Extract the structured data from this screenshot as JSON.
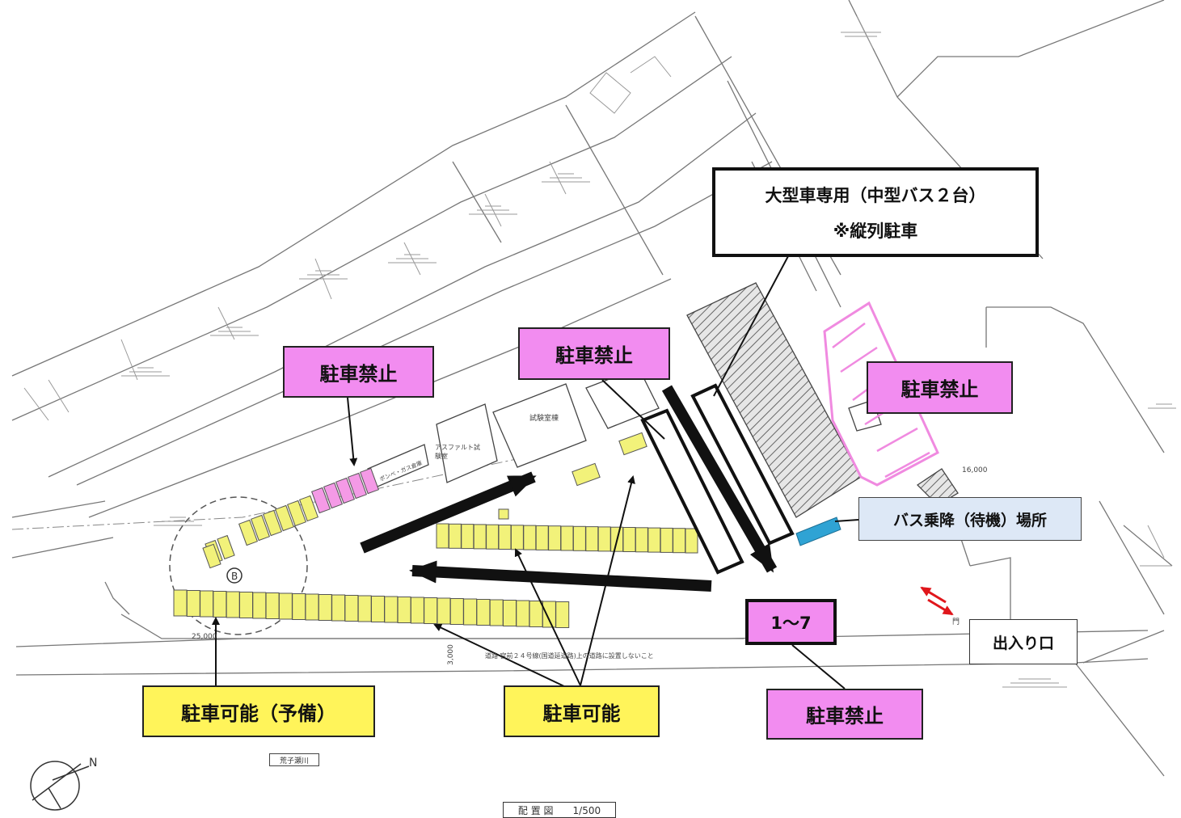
{
  "labels": {
    "large_vehicle_line1": "大型車専用（中型バス２台）",
    "large_vehicle_line2": "※縦列駐車",
    "no_parking": "駐車禁止",
    "parking_ok": "駐車可能",
    "parking_ok_reserve": "駐車可能（予備）",
    "bus_stop": "バス乗降（待機）場所",
    "entrance": "出入り口",
    "range": "1～7"
  },
  "plan_text": {
    "scale": "配 置 図　　1/500",
    "river": "荒子瀬川",
    "test_building": "試験室棟",
    "asphalt_lab": "アスファルト試験室",
    "storage": "ボンベ・ガス倉庫",
    "dim_25000": "25,000",
    "dim_3000": "3,000",
    "dim_16000": "16,000",
    "note": "道路 宮前２４号線(国道延道路)上の道路に設置しないこと",
    "gate": "門"
  },
  "colors": {
    "no_parking_fill": "#f28cf0",
    "parking_fill": "#fff45a",
    "stall_fill": "#f2f27a",
    "bus_stop_fill": "#2fa3d4",
    "arrow_red": "#e0161b"
  }
}
